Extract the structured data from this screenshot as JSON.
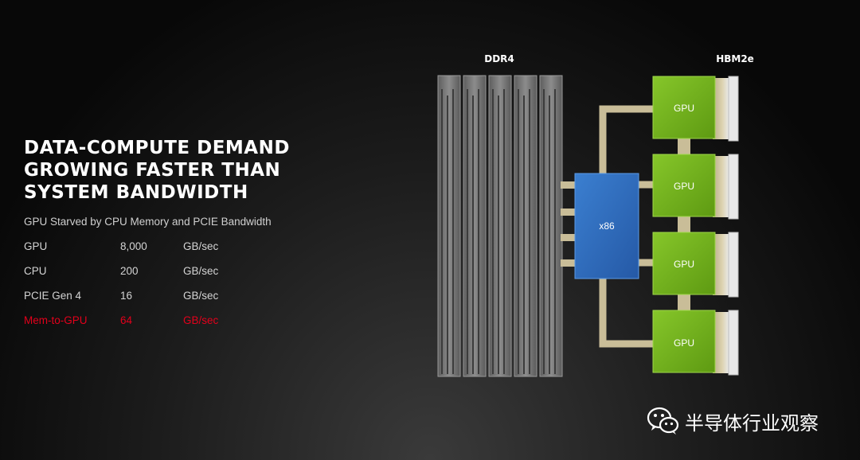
{
  "slide": {
    "title_lines": [
      "DATA-COMPUTE DEMAND",
      "GROWING FASTER THAN",
      "SYSTEM BANDWIDTH"
    ],
    "subtitle": "GPU Starved by CPU Memory and PCIE Bandwidth",
    "bandwidth_table": [
      {
        "name": "GPU",
        "value": "8,000",
        "unit": "GB/sec",
        "highlight": false
      },
      {
        "name": "CPU",
        "value": "200",
        "unit": "GB/sec",
        "highlight": false
      },
      {
        "name": "PCIE Gen 4",
        "value": "16",
        "unit": "GB/sec",
        "highlight": false
      },
      {
        "name": "Mem-to-GPU",
        "value": "64",
        "unit": "GB/sec",
        "highlight": true
      }
    ]
  },
  "diagram": {
    "ddr_label": "DDR4",
    "hbm_label": "HBM2e",
    "cpu_label": "x86",
    "gpu_labels": [
      "GPU",
      "GPU",
      "GPU",
      "GPU"
    ]
  },
  "colors": {
    "highlight": "#e3001b",
    "gpu_green": "#76b900",
    "cpu_blue": "#2f6fc0",
    "link_tan": "#c9bd98"
  },
  "watermark": {
    "icon": "wechat-icon",
    "text": "半导体行业观察"
  }
}
